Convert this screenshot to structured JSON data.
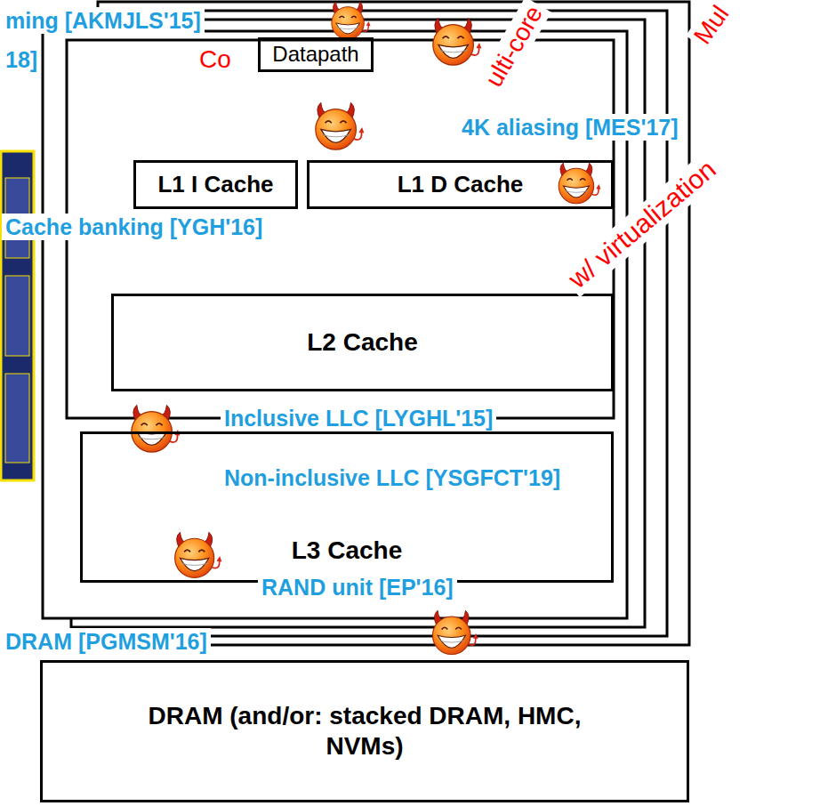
{
  "diagram": {
    "nodes": [
      {
        "text": [
          "Datapath"
        ]
      },
      {
        "text": [
          "L1 I Cache"
        ]
      },
      {
        "text": [
          "L1 D Cache"
        ]
      },
      {
        "text": [
          "L2 Cache"
        ]
      },
      {
        "text": [
          "L3 Cache"
        ]
      },
      {
        "text": [
          "DRAM (and/or: stacked DRAM, HMC, NVMs)"
        ]
      }
    ],
    "edges": [],
    "labels": [
      "ming [AKMJLS'15]",
      "18]",
      "Co",
      "ulti-core",
      "Mul",
      "4K aliasing [MES'17]",
      "w/ virtualization",
      "Cache banking [YGH'16]",
      "Inclusive LLC [LYGHL'15]",
      "Non-inclusive LLC [YSGFCT'19]",
      "RAND unit [EP'16]",
      "DRAM [PGMSM'16]"
    ]
  }
}
